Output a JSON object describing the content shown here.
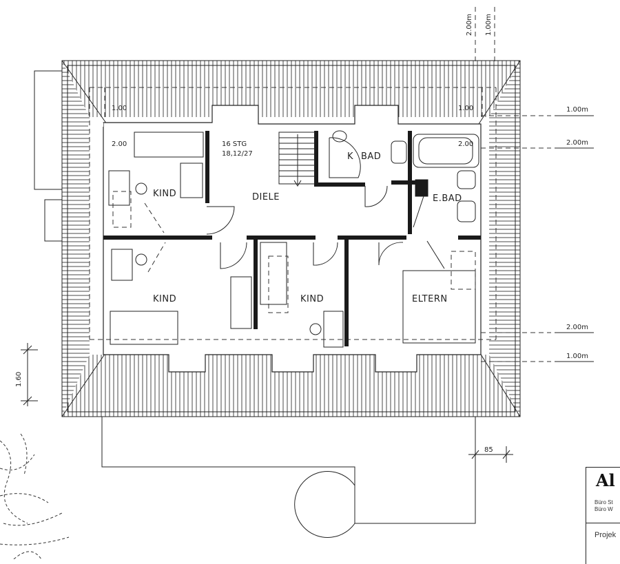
{
  "rooms": {
    "kind_1": "KIND",
    "kind_2": "KIND",
    "kind_3": "KIND",
    "diele": "DIELE",
    "bad": "BAD",
    "bad_k": "K",
    "ebad": "E.BAD",
    "eltern": "ELTERN"
  },
  "stairs": {
    "steps": "16 STG",
    "ratio": "18,12/27"
  },
  "dimensions": {
    "right_1": "1.00m",
    "right_2": "2.00m",
    "right_3": "2.00m",
    "right_4": "1.00m",
    "top_1": "2.00m",
    "top_2": "1.00m",
    "left_height": "1.60",
    "bottom": "85",
    "inner_tl_100": "1.00",
    "inner_tl_200": "2.00",
    "inner_tr_100": "1.00",
    "inner_tr_200": "2.00"
  },
  "title_block": {
    "name": "Al",
    "line1": "Büro St",
    "line2": "Büro W",
    "project": "Projek"
  }
}
